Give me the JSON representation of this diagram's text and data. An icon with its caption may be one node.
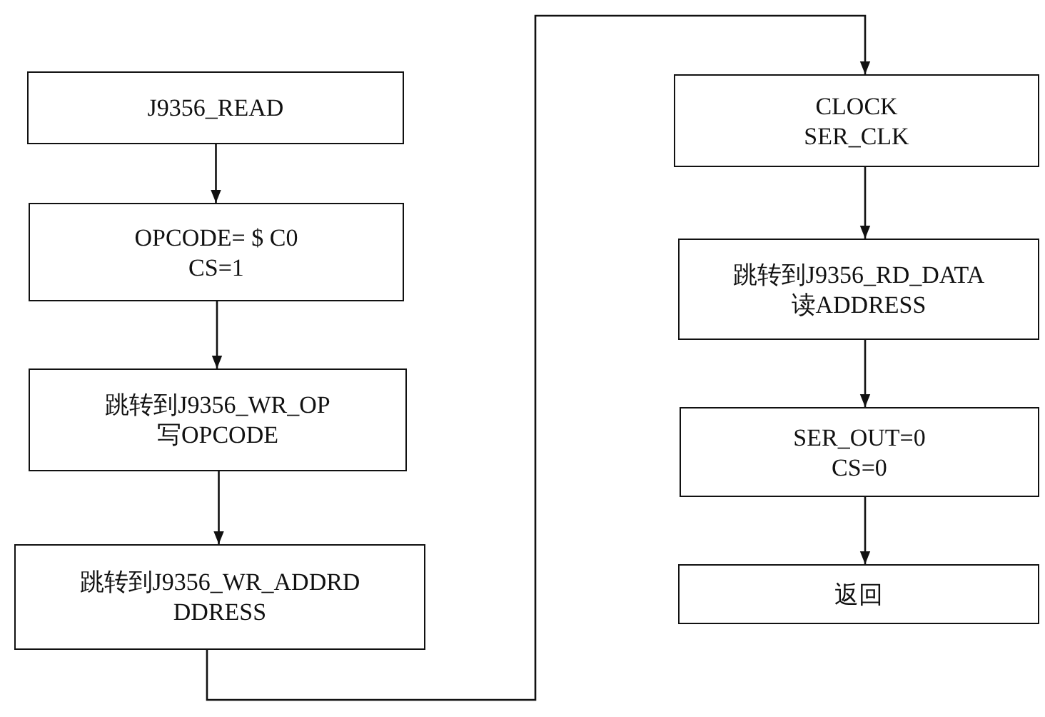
{
  "diagram": {
    "nodes": [
      {
        "text": [
          "J9356_READ"
        ]
      },
      {
        "text": [
          "OPCODE= $ C0 CS=1"
        ]
      },
      {
        "text": [
          "跳转到J9356_WR_OP 写OPCODE"
        ]
      },
      {
        "text": [
          "跳转到J9356_WR_ADDRD DDRESS"
        ]
      },
      {
        "text": [
          "CLOCK SER_CLK"
        ]
      },
      {
        "text": [
          "跳转到J9356_RD_DATA 读ADDRESS"
        ]
      },
      {
        "text": [
          "SER_OUT=0 CS=0"
        ]
      },
      {
        "text": [
          "返回"
        ]
      }
    ],
    "edges": [
      {
        "from": 0,
        "to": 1,
        "arrow": "to"
      },
      {
        "from": 1,
        "to": 2,
        "arrow": "to"
      },
      {
        "from": 2,
        "to": 3,
        "arrow": "to"
      },
      {
        "from": 3,
        "to": 4,
        "arrow": "to"
      },
      {
        "from": 4,
        "to": 5,
        "arrow": "to"
      },
      {
        "from": 5,
        "to": 6,
        "arrow": "to"
      },
      {
        "from": 6,
        "to": 7,
        "arrow": "to"
      }
    ]
  }
}
